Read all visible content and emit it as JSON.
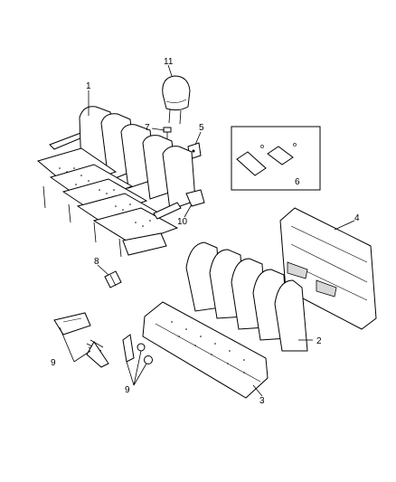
{
  "callouts": {
    "c1": "1",
    "c2": "2",
    "c3": "3",
    "c4": "4",
    "c5": "5",
    "c6": "6",
    "c7": "7",
    "c8": "8",
    "c9a": "9",
    "c9b": "9",
    "c10": "10",
    "c11": "11"
  }
}
